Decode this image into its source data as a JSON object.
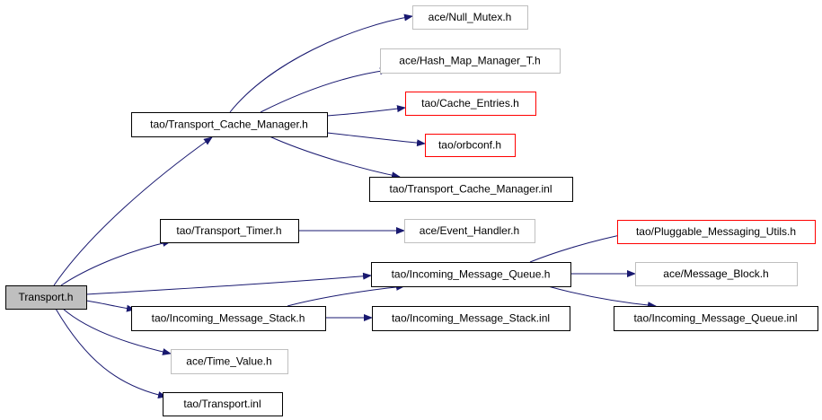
{
  "diagram": {
    "type": "include-dependency-graph",
    "edge_color": "#191970",
    "nodes": [
      {
        "id": "transport_h",
        "label": "Transport.h",
        "style": "root",
        "fill": "#bfbfbf",
        "border": "#000000"
      },
      {
        "id": "tcm_h",
        "label": "tao/Transport_Cache_Manager.h",
        "style": "documented",
        "fill": "#ffffff",
        "border": "#000000"
      },
      {
        "id": "null_mutex",
        "label": "ace/Null_Mutex.h",
        "style": "external",
        "fill": "#ffffff",
        "border": "#bfbfbf"
      },
      {
        "id": "hash_map",
        "label": "ace/Hash_Map_Manager_T.h",
        "style": "external",
        "fill": "#ffffff",
        "border": "#bfbfbf"
      },
      {
        "id": "cache_entries",
        "label": "tao/Cache_Entries.h",
        "style": "truncated",
        "fill": "#ffffff",
        "border": "#ff0000"
      },
      {
        "id": "orbconf",
        "label": "tao/orbconf.h",
        "style": "truncated",
        "fill": "#ffffff",
        "border": "#ff0000"
      },
      {
        "id": "tcm_inl",
        "label": "tao/Transport_Cache_Manager.inl",
        "style": "documented",
        "fill": "#ffffff",
        "border": "#000000"
      },
      {
        "id": "timer_h",
        "label": "tao/Transport_Timer.h",
        "style": "documented",
        "fill": "#ffffff",
        "border": "#000000"
      },
      {
        "id": "event_handler",
        "label": "ace/Event_Handler.h",
        "style": "external",
        "fill": "#ffffff",
        "border": "#bfbfbf"
      },
      {
        "id": "imq_h",
        "label": "tao/Incoming_Message_Queue.h",
        "style": "documented",
        "fill": "#ffffff",
        "border": "#000000"
      },
      {
        "id": "pmu_h",
        "label": "tao/Pluggable_Messaging_Utils.h",
        "style": "truncated",
        "fill": "#ffffff",
        "border": "#ff0000"
      },
      {
        "id": "msg_block",
        "label": "ace/Message_Block.h",
        "style": "external",
        "fill": "#ffffff",
        "border": "#bfbfbf"
      },
      {
        "id": "imq_inl",
        "label": "tao/Incoming_Message_Queue.inl",
        "style": "documented",
        "fill": "#ffffff",
        "border": "#000000"
      },
      {
        "id": "ims_h",
        "label": "tao/Incoming_Message_Stack.h",
        "style": "documented",
        "fill": "#ffffff",
        "border": "#000000"
      },
      {
        "id": "ims_inl",
        "label": "tao/Incoming_Message_Stack.inl",
        "style": "documented",
        "fill": "#ffffff",
        "border": "#000000"
      },
      {
        "id": "time_value",
        "label": "ace/Time_Value.h",
        "style": "external",
        "fill": "#ffffff",
        "border": "#bfbfbf"
      },
      {
        "id": "transport_inl",
        "label": "tao/Transport.inl",
        "style": "documented",
        "fill": "#ffffff",
        "border": "#000000"
      }
    ],
    "edges": [
      {
        "from": "transport_h",
        "to": "tcm_h"
      },
      {
        "from": "transport_h",
        "to": "timer_h"
      },
      {
        "from": "transport_h",
        "to": "imq_h"
      },
      {
        "from": "transport_h",
        "to": "ims_h"
      },
      {
        "from": "transport_h",
        "to": "time_value"
      },
      {
        "from": "transport_h",
        "to": "transport_inl"
      },
      {
        "from": "tcm_h",
        "to": "null_mutex"
      },
      {
        "from": "tcm_h",
        "to": "hash_map"
      },
      {
        "from": "tcm_h",
        "to": "cache_entries"
      },
      {
        "from": "tcm_h",
        "to": "orbconf"
      },
      {
        "from": "tcm_h",
        "to": "tcm_inl"
      },
      {
        "from": "timer_h",
        "to": "event_handler"
      },
      {
        "from": "imq_h",
        "to": "pmu_h"
      },
      {
        "from": "imq_h",
        "to": "msg_block"
      },
      {
        "from": "imq_h",
        "to": "imq_inl"
      },
      {
        "from": "ims_h",
        "to": "imq_h"
      },
      {
        "from": "ims_h",
        "to": "ims_inl"
      }
    ]
  }
}
